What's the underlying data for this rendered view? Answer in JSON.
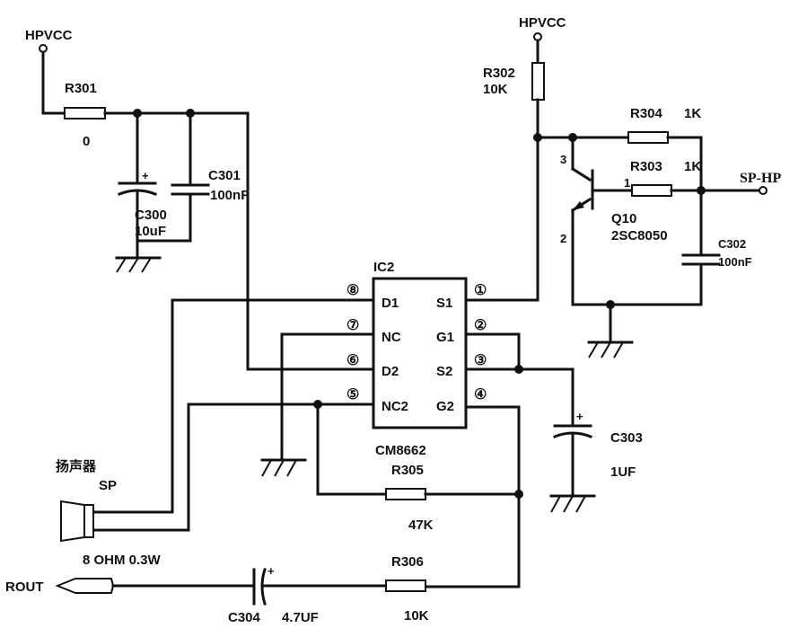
{
  "labels": {
    "hpvcc_left": "HPVCC",
    "hpvcc_right": "HPVCC",
    "r301": "R301",
    "r301_val": "0",
    "c300": "C300",
    "c300_val": "10uF",
    "c300_plus": "+",
    "c301": "C301",
    "c301_val": "100nF",
    "r302": "R302",
    "r302_val": "10K",
    "r304": "R304",
    "r304_val": "1K",
    "r303": "R303",
    "r303_val": "1K",
    "sp_hp": "SP-HP",
    "q10": "Q10",
    "q10_part": "2SC8050",
    "q_pin1": "1",
    "q_pin2": "2",
    "q_pin3": "3",
    "c302": "C302",
    "c302_val": "100nF",
    "ic2": "IC2",
    "ic_part": "CM8662",
    "c303": "C303",
    "c303_val": "1UF",
    "c303_plus": "+",
    "r305": "R305",
    "r305_val": "47K",
    "r306": "R306",
    "r306_val": "10K",
    "speaker_cn": "扬声器",
    "speaker": "SP",
    "speaker_spec": "8 OHM 0.3W",
    "rout": "ROUT",
    "c304": "C304",
    "c304_val": "4.7UF",
    "c304_plus": "+"
  },
  "ic_pins": {
    "left": [
      {
        "num": "⑧",
        "name": "D1"
      },
      {
        "num": "⑦",
        "name": "NC"
      },
      {
        "num": "⑥",
        "name": "D2"
      },
      {
        "num": "⑤",
        "name": "NC2"
      }
    ],
    "right": [
      {
        "num": "①",
        "name": "S1"
      },
      {
        "num": "②",
        "name": "G1"
      },
      {
        "num": "③",
        "name": "S2"
      },
      {
        "num": "④",
        "name": "G2"
      }
    ]
  }
}
